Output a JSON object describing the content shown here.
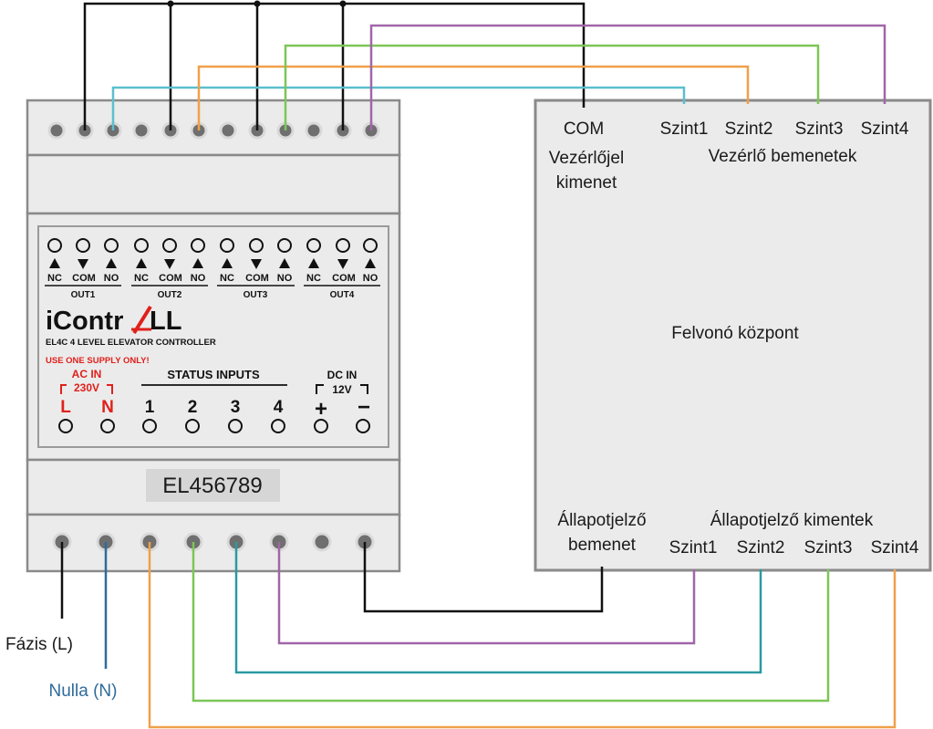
{
  "controller": {
    "out_contacts": [
      "NC",
      "COM",
      "NO"
    ],
    "out_groups": [
      "OUT1",
      "OUT2",
      "OUT3",
      "OUT4"
    ],
    "brand_prefix": "iContr",
    "brand_suffix": "LL",
    "subtitle": "EL4C 4 LEVEL ELEVATOR CONTROLLER",
    "warning": "USE ONE SUPPLY ONLY!",
    "ac_label": "AC IN",
    "ac_voltage": "230V",
    "ac_l": "L",
    "ac_n": "N",
    "status_label": "STATUS INPUTS",
    "status_inputs": [
      "1",
      "2",
      "3",
      "4"
    ],
    "dc_label": "DC IN",
    "dc_voltage": "12V",
    "dc_plus": "+",
    "dc_minus": "−",
    "serial": "EL456789"
  },
  "central": {
    "title": "Felvonó központ",
    "com_label": "COM",
    "control_signal_line1": "Vezérlőjel",
    "control_signal_line2": "kimenet",
    "control_inputs_label": "Vezérlő bemenetek",
    "levels": [
      "Szint1",
      "Szint2",
      "Szint3",
      "Szint4"
    ],
    "status_input_line1": "Állapotjelző",
    "status_input_line2": "bemenet",
    "status_outputs_label": "Állapotjelző kimentek"
  },
  "power": {
    "phase": "Fázis (L)",
    "neutral": "Nulla (N)"
  },
  "colors": {
    "black": "#111111",
    "cyan": "#5bbfcf",
    "orange": "#f0a04a",
    "green": "#7cc657",
    "purple": "#a066a8",
    "teal": "#2a9aa0",
    "blue": "#2f6b9a",
    "red": "#e0201b",
    "panel": "#ebebeb",
    "border": "#8a8a8a"
  }
}
